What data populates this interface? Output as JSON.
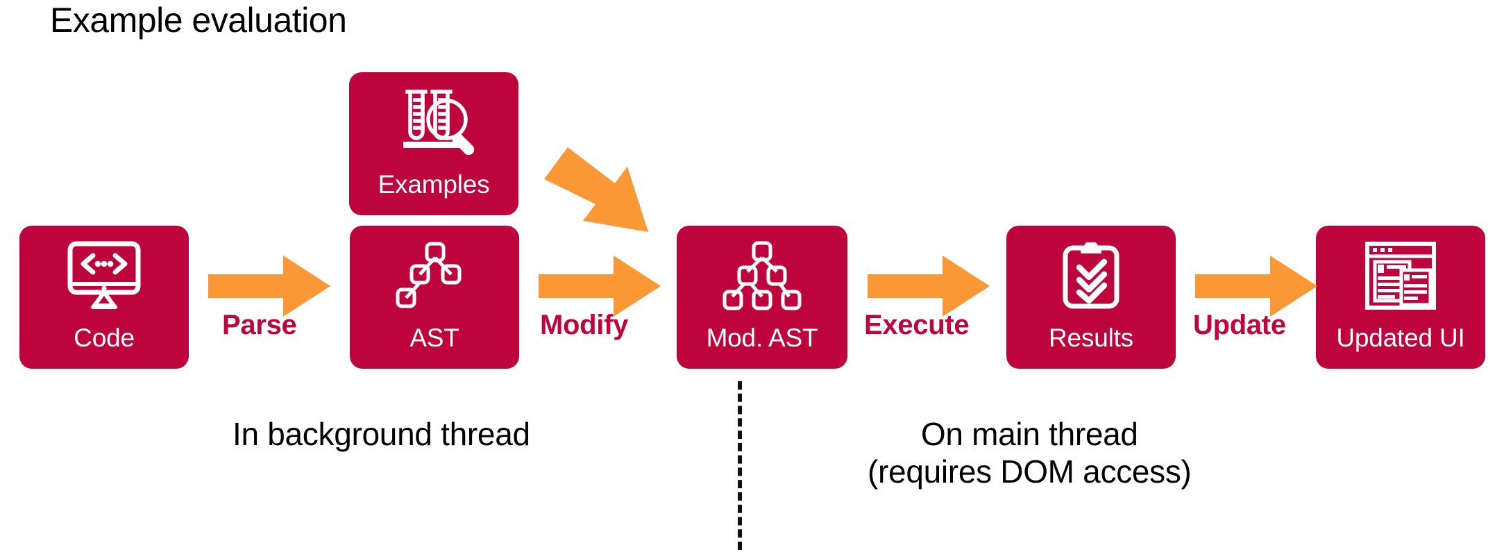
{
  "page": {
    "title": "Example evaluation",
    "background_color": "#FFFFFF",
    "brand_crimson": "#BD043C",
    "accent_orange": "#FB9836",
    "text_color": "#000000",
    "node_label_color": "#FFFFFF"
  },
  "diagram": {
    "type": "flow",
    "nodes": [
      {
        "id": "code",
        "label": "Code",
        "icon": "monitor-code-icon",
        "row": "main"
      },
      {
        "id": "examples",
        "label": "Examples",
        "icon": "test-tubes-magnifier-icon",
        "row": "upper"
      },
      {
        "id": "ast",
        "label": "AST",
        "icon": "tree-small-icon",
        "row": "main"
      },
      {
        "id": "modast",
        "label": "Mod. AST",
        "icon": "tree-full-icon",
        "row": "main"
      },
      {
        "id": "results",
        "label": "Results",
        "icon": "clipboard-checks-icon",
        "row": "main"
      },
      {
        "id": "ui",
        "label": "Updated UI",
        "icon": "browser-window-icon",
        "row": "main"
      }
    ],
    "edges": [
      {
        "id": "parse",
        "label": "Parse",
        "from": "code",
        "to": "ast",
        "direction": "right"
      },
      {
        "id": "modify",
        "label": "Modify",
        "from": "ast",
        "to": "modast",
        "direction": "right"
      },
      {
        "id": "inject",
        "label": "",
        "from": "examples",
        "to": "modast",
        "direction": "down-right"
      },
      {
        "id": "execute",
        "label": "Execute",
        "from": "modast",
        "to": "results",
        "direction": "right"
      },
      {
        "id": "update",
        "label": "Update",
        "from": "results",
        "to": "ui",
        "direction": "right"
      }
    ],
    "divider": {
      "style": "dashed",
      "orientation": "vertical"
    },
    "captions": {
      "left": "In background thread",
      "right_line1": "On main thread",
      "right_line2": "(requires DOM access)"
    }
  }
}
